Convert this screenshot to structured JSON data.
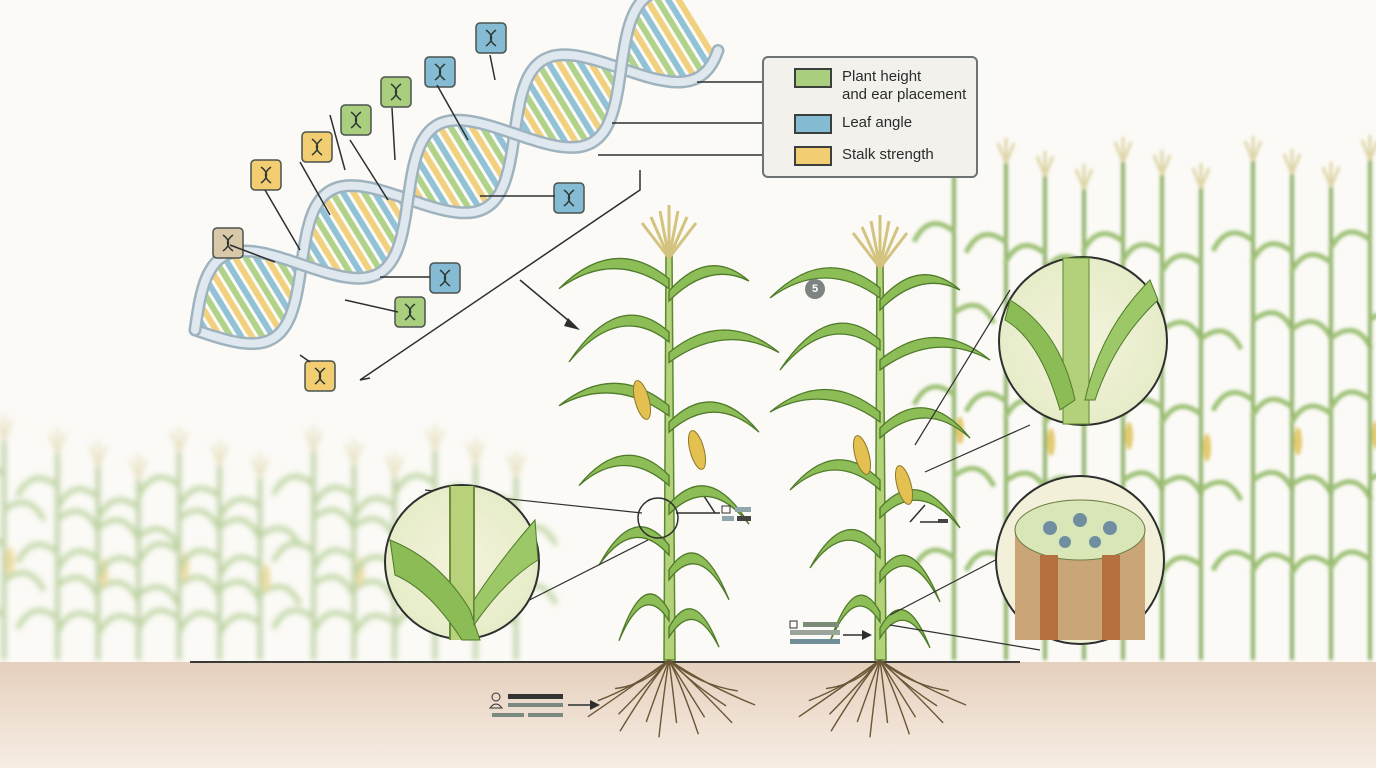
{
  "legend": {
    "items": [
      {
        "label": "Plant height and ear placement",
        "line1": "Plant height",
        "line2": "and ear placement",
        "color": "#a9cf7e"
      },
      {
        "label": "Leaf angle",
        "color": "#86bcd3"
      },
      {
        "label": "Stalk strength",
        "color": "#f2cd72"
      }
    ]
  },
  "step_badge": "5",
  "colors": {
    "stalk": "#9fc45a",
    "leaf": "#7fb04a",
    "soil": "#e8d5c3",
    "dna_strand": "#b9c9d2"
  }
}
